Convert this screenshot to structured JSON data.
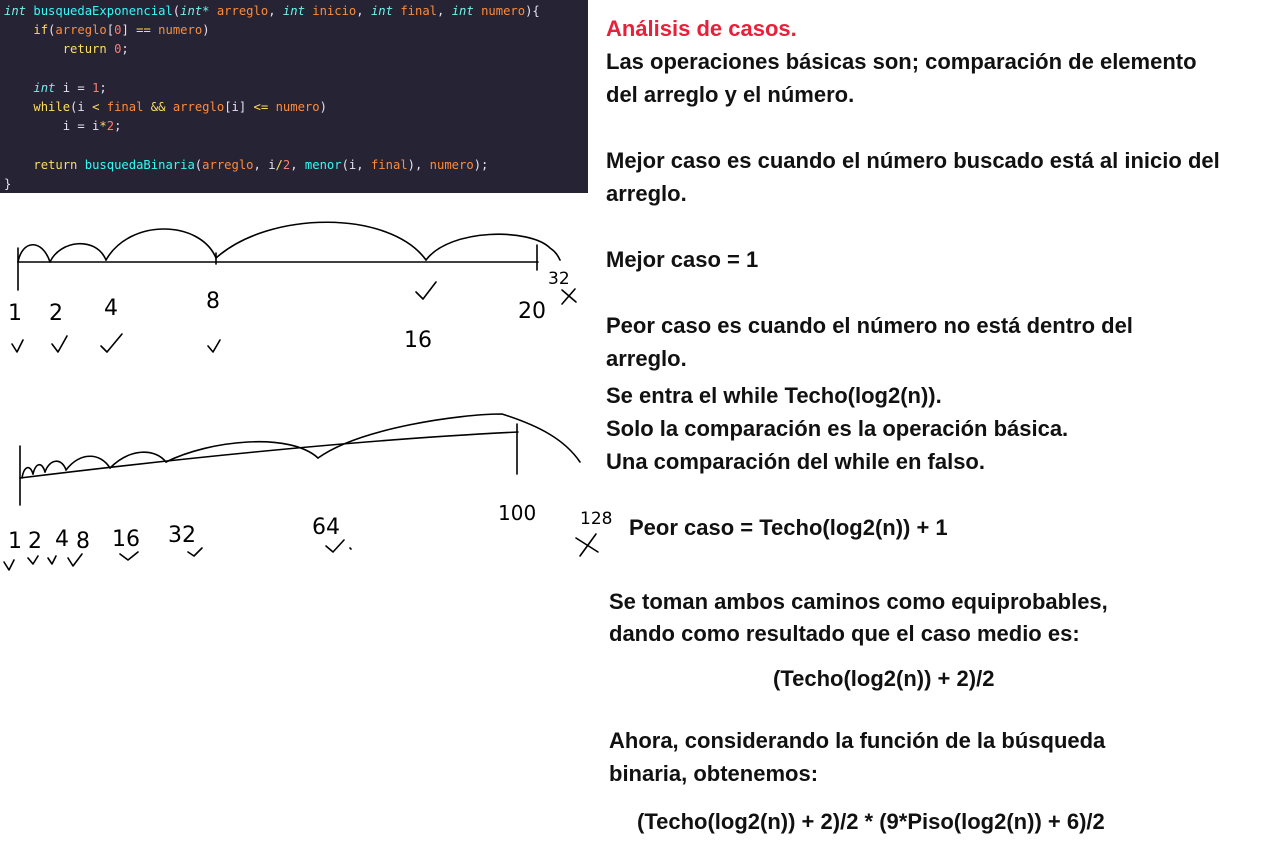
{
  "code": {
    "lines": [
      [
        {
          "t": "int",
          "c": "kw-type"
        },
        {
          "t": " ",
          "c": "plain"
        },
        {
          "t": "busquedaExponencial",
          "c": "fn"
        },
        {
          "t": "(",
          "c": "plain"
        },
        {
          "t": "int*",
          "c": "kw-type"
        },
        {
          "t": " ",
          "c": "plain"
        },
        {
          "t": "arreglo",
          "c": "par"
        },
        {
          "t": ", ",
          "c": "plain"
        },
        {
          "t": "int",
          "c": "kw-type"
        },
        {
          "t": " ",
          "c": "plain"
        },
        {
          "t": "inicio",
          "c": "par"
        },
        {
          "t": ", ",
          "c": "plain"
        },
        {
          "t": "int",
          "c": "kw-type"
        },
        {
          "t": " ",
          "c": "plain"
        },
        {
          "t": "final",
          "c": "par"
        },
        {
          "t": ", ",
          "c": "plain"
        },
        {
          "t": "int",
          "c": "kw-type"
        },
        {
          "t": " ",
          "c": "plain"
        },
        {
          "t": "numero",
          "c": "par"
        },
        {
          "t": "){",
          "c": "plain"
        }
      ],
      [
        {
          "t": "    ",
          "c": "plain"
        },
        {
          "t": "if",
          "c": "kw"
        },
        {
          "t": "(",
          "c": "plain"
        },
        {
          "t": "arreglo",
          "c": "par"
        },
        {
          "t": "[",
          "c": "plain"
        },
        {
          "t": "0",
          "c": "num"
        },
        {
          "t": "] ",
          "c": "plain"
        },
        {
          "t": "==",
          "c": "op"
        },
        {
          "t": " ",
          "c": "plain"
        },
        {
          "t": "numero",
          "c": "par"
        },
        {
          "t": ")",
          "c": "plain"
        }
      ],
      [
        {
          "t": "        ",
          "c": "plain"
        },
        {
          "t": "return",
          "c": "kw"
        },
        {
          "t": " ",
          "c": "plain"
        },
        {
          "t": "0",
          "c": "num"
        },
        {
          "t": ";",
          "c": "plain"
        }
      ],
      [
        {
          "t": "",
          "c": "plain"
        }
      ],
      [
        {
          "t": "    ",
          "c": "plain"
        },
        {
          "t": "int",
          "c": "kw-type"
        },
        {
          "t": " i = ",
          "c": "plain"
        },
        {
          "t": "1",
          "c": "num"
        },
        {
          "t": ";",
          "c": "plain"
        }
      ],
      [
        {
          "t": "    ",
          "c": "plain"
        },
        {
          "t": "while",
          "c": "kw"
        },
        {
          "t": "(i ",
          "c": "plain"
        },
        {
          "t": "<",
          "c": "op"
        },
        {
          "t": " ",
          "c": "plain"
        },
        {
          "t": "final",
          "c": "par"
        },
        {
          "t": " ",
          "c": "plain"
        },
        {
          "t": "&&",
          "c": "op"
        },
        {
          "t": " ",
          "c": "plain"
        },
        {
          "t": "arreglo",
          "c": "par"
        },
        {
          "t": "[i] ",
          "c": "plain"
        },
        {
          "t": "<=",
          "c": "op"
        },
        {
          "t": " ",
          "c": "plain"
        },
        {
          "t": "numero",
          "c": "par"
        },
        {
          "t": ")",
          "c": "plain"
        }
      ],
      [
        {
          "t": "        i = i",
          "c": "plain"
        },
        {
          "t": "*",
          "c": "op"
        },
        {
          "t": "2",
          "c": "num"
        },
        {
          "t": ";",
          "c": "plain"
        }
      ],
      [
        {
          "t": "",
          "c": "plain"
        }
      ],
      [
        {
          "t": "    ",
          "c": "plain"
        },
        {
          "t": "return",
          "c": "kw"
        },
        {
          "t": " ",
          "c": "plain"
        },
        {
          "t": "busquedaBinaria",
          "c": "fn"
        },
        {
          "t": "(",
          "c": "plain"
        },
        {
          "t": "arreglo",
          "c": "par"
        },
        {
          "t": ", i",
          "c": "plain"
        },
        {
          "t": "/",
          "c": "op"
        },
        {
          "t": "2",
          "c": "num"
        },
        {
          "t": ", ",
          "c": "plain"
        },
        {
          "t": "menor",
          "c": "fn"
        },
        {
          "t": "(i, ",
          "c": "plain"
        },
        {
          "t": "final",
          "c": "par"
        },
        {
          "t": "), ",
          "c": "plain"
        },
        {
          "t": "numero",
          "c": "par"
        },
        {
          "t": ");",
          "c": "plain"
        }
      ],
      [
        {
          "t": "}",
          "c": "plain"
        }
      ]
    ]
  },
  "sketch1": {
    "labels": [
      "1",
      "2",
      "4",
      "8",
      "16",
      "20",
      "32"
    ]
  },
  "sketch2": {
    "labels": [
      "1",
      "2",
      "4",
      "8",
      "16",
      "32",
      "64",
      "100",
      "128"
    ]
  },
  "analysis": {
    "title": "Análisis de casos.",
    "basic_ops": [
      "Las operaciones básicas son; comparación de elemento",
      "del arreglo y el número."
    ],
    "best_case_desc": [
      "Mejor caso es cuando el número buscado está al inicio del",
      "arreglo."
    ],
    "best_case": "Mejor caso = 1",
    "worst_case_desc": [
      "Peor caso es cuando el número no está dentro del",
      "arreglo."
    ],
    "worst_notes": [
      "Se entra el while Techo(log2(n)).",
      "Solo la comparación es la operación básica.",
      "Una comparación del while en falso."
    ],
    "worst_case": "Peor caso = Techo(log2(n)) + 1",
    "avg_desc": [
      "Se toman ambos caminos como equiprobables,",
      "dando como resultado que el caso medio es:"
    ],
    "avg_formula": "(Techo(log2(n)) + 2)/2",
    "binary_desc": [
      "Ahora, considerando la función de la búsqueda",
      "binaria, obtenemos:"
    ],
    "final_formula": "(Techo(log2(n)) + 2)/2 * (9*Piso(log2(n)) + 6)/2"
  }
}
